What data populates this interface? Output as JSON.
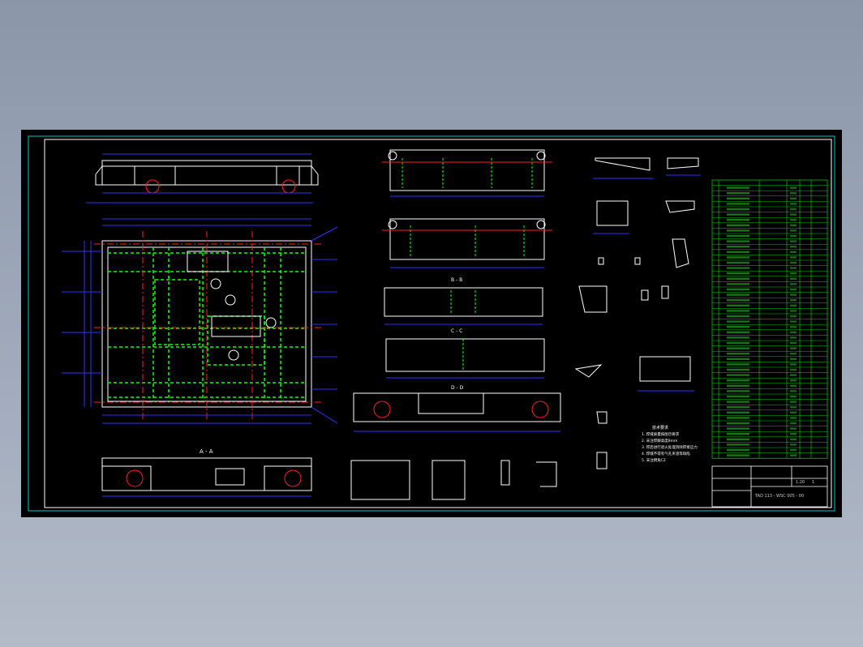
{
  "title_block": {
    "drawing_title": "TAD 113 - WSC 005 - 00",
    "scale_label": "1:20",
    "sheet_label": "1"
  },
  "section_labels": {
    "a": "A - A",
    "b": "B - B",
    "c": "C - C",
    "d": "D - D"
  },
  "notes": {
    "heading": "技术要求",
    "lines": [
      "1. 焊缝质量按图示要求",
      "2. 未注焊脚高度8mm",
      "3. 焊后进行退火处理消除焊接应力",
      "4. 焊缝不得有气孔夹渣等缺陷",
      "5. 未注倒角C2"
    ]
  },
  "colors": {
    "background": "#000000",
    "frame": "#00c8c8",
    "outline": "#ffffff",
    "dimension": "#3030ff",
    "hidden": "#00ff00",
    "centerline": "#ff2020",
    "table": "#00ff00"
  }
}
